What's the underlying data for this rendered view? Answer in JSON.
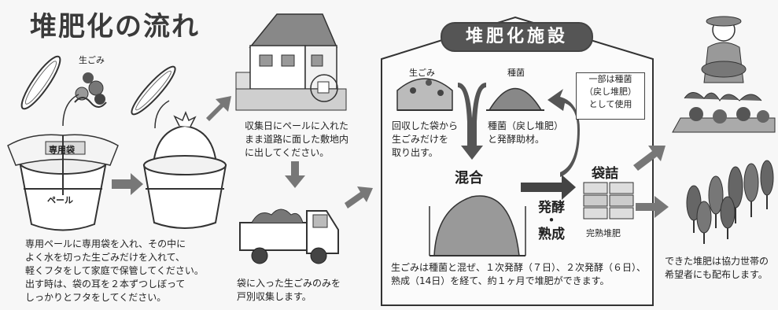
{
  "title": "堆肥化の流れ",
  "labels": {
    "namagomi_top": "生ごみ",
    "bag_label": "専用袋",
    "pail_label": "ペール",
    "note_step1": "専用ペールに専用袋を入れ、その中に\nよく水を切った生ごみだけを入れて、\n軽くフタをして家庭で保管してください。\n出す時は、袋の耳を２本ずつしぼって\nしっかりとフタをしてください。",
    "note_house": "収集日にペールに入れた\nまま道路に面した敷地内\nに出してください。",
    "note_truck": "袋に入った生ごみのみを\n戸別収集します。",
    "facility_title": "堆肥化施設",
    "facility_namagomi": "生ごみ",
    "facility_seed": "種菌",
    "facility_seed_note": "一部は種菌\n（戻し堆肥）\nとして使用",
    "note_remove": "回収した袋から\n生ごみだけを\n取り出す。",
    "note_seed": "種菌（戻し堆肥）\nと発酵助材。",
    "mix_label": "混合",
    "ferment_label": "発酵\n・\n熟成",
    "bag_pack_label": "袋詰",
    "complete_compost": "完熟堆肥",
    "note_process": "生ごみは種菌と混ぜ、１次発酵（７日）、２次発酵（６日）、\n熟成（14日）を経て、約１ヶ月で堆肥ができます。",
    "note_distribute": "できた堆肥は協力世帯の\n希望者にも配布します。"
  }
}
